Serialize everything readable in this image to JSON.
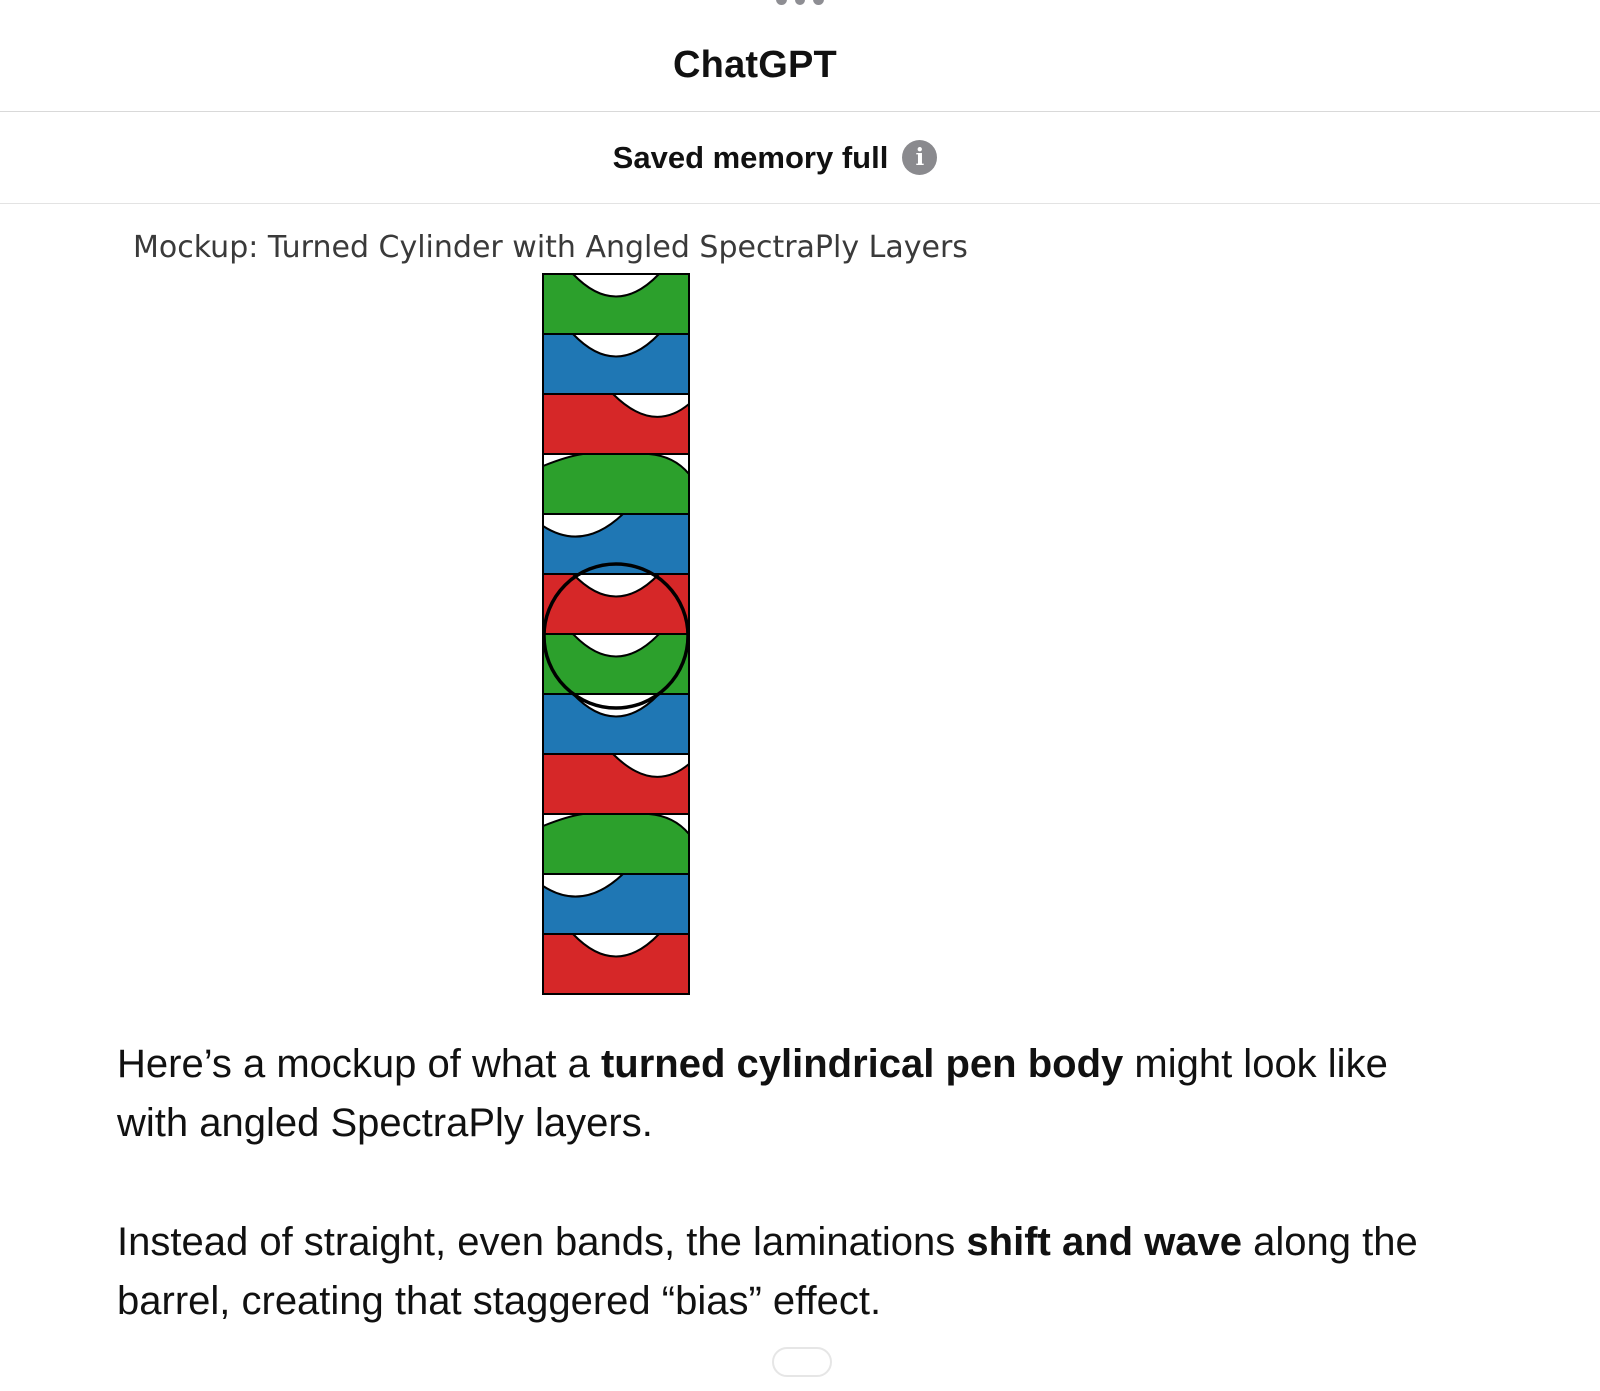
{
  "header": {
    "app_title": "ChatGPT",
    "memory_status": "Saved memory full",
    "info_icon": "info-icon"
  },
  "figure": {
    "title": "Mockup: Turned Cylinder with Angled SpectraPly Layers",
    "layers": [
      {
        "color": "#2ca02c",
        "notch": "top"
      },
      {
        "color": "#1f77b4",
        "notch": "top"
      },
      {
        "color": "#d62728",
        "notch": "top-right"
      },
      {
        "color": "#2ca02c",
        "notch": "top-corners"
      },
      {
        "color": "#1f77b4",
        "notch": "top-left"
      },
      {
        "color": "#d62728",
        "notch": "top"
      },
      {
        "color": "#2ca02c",
        "notch": "top"
      },
      {
        "color": "#1f77b4",
        "notch": "top"
      },
      {
        "color": "#d62728",
        "notch": "top-right"
      },
      {
        "color": "#2ca02c",
        "notch": "top-corners"
      },
      {
        "color": "#1f77b4",
        "notch": "top-left"
      },
      {
        "color": "#d62728",
        "notch": "top"
      }
    ],
    "highlight": "circle-marker"
  },
  "message": {
    "p1_before": "Here’s a mockup of what a ",
    "p1_bold": "turned cylindrical pen body",
    "p1_after": " might look like with angled SpectraPly layers.",
    "p2_before": "Instead of straight, even bands, the laminations ",
    "p2_bold": "shift and wave",
    "p2_after": " along the barrel, creating that staggered “bias” effect."
  }
}
